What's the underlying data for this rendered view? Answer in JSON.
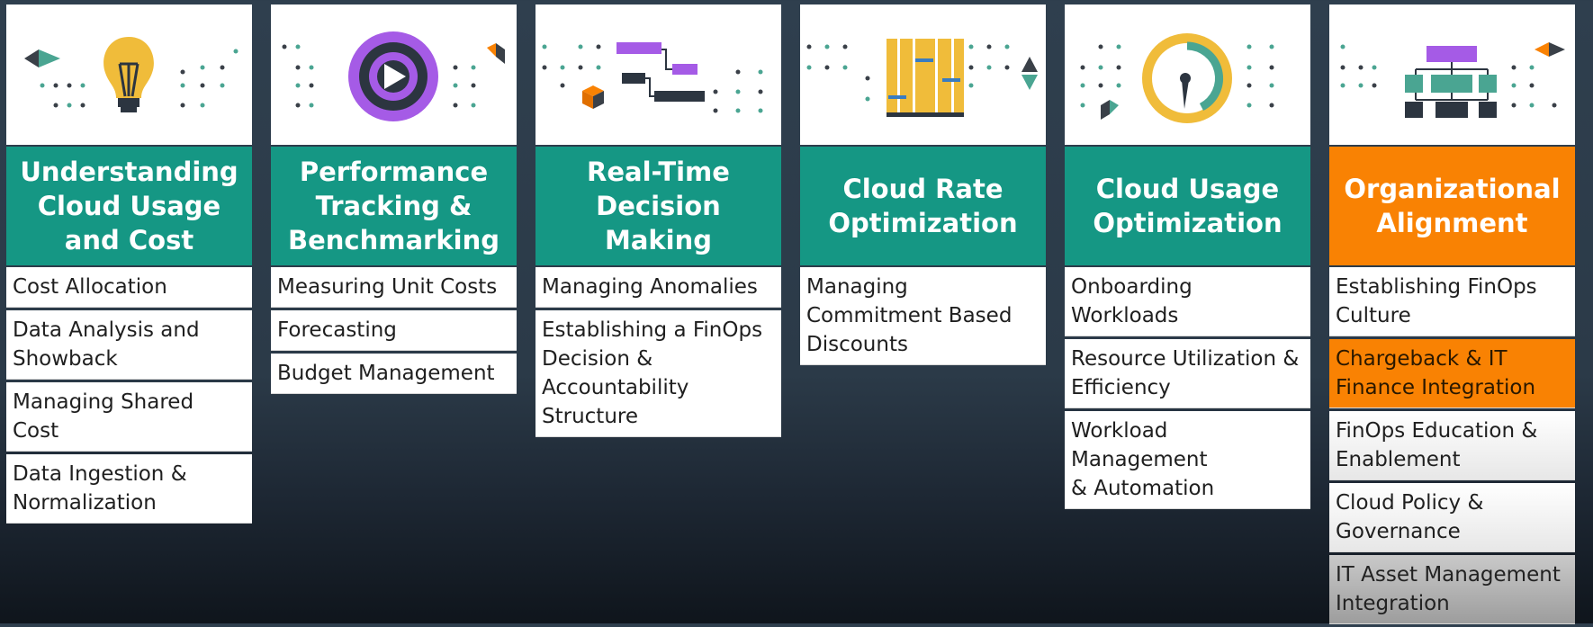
{
  "colors": {
    "teal": "#159784",
    "orange": "#f98203",
    "purple": "#a55be6",
    "yellow": "#f0bc3a",
    "dark": "#2c3540"
  },
  "columns": [
    {
      "title_lines": [
        "Understanding",
        "Cloud Usage",
        "and Cost"
      ],
      "icon": "lightbulb-icon",
      "items": [
        [
          "Cost Allocation"
        ],
        [
          "Data Analysis and",
          "Showback"
        ],
        [
          "Managing Shared Cost"
        ],
        [
          "Data Ingestion &",
          "Normalization"
        ]
      ]
    },
    {
      "title_lines": [
        "Performance",
        "Tracking &",
        "Benchmarking"
      ],
      "icon": "target-play-icon",
      "items": [
        [
          "Measuring Unit Costs"
        ],
        [
          "Forecasting"
        ],
        [
          "Budget Management"
        ]
      ]
    },
    {
      "title_lines": [
        "Real-Time",
        "Decision Making"
      ],
      "icon": "flowchart-icon",
      "items": [
        [
          "Managing Anomalies"
        ],
        [
          "Establishing a FinOps",
          "Decision &",
          "Accountability",
          "Structure"
        ]
      ]
    },
    {
      "title_lines": [
        "Cloud Rate",
        "Optimization"
      ],
      "icon": "sliders-icon",
      "items": [
        [
          "Managing",
          "Commitment Based",
          "Discounts"
        ]
      ]
    },
    {
      "title_lines": [
        "Cloud Usage",
        "Optimization"
      ],
      "icon": "gauge-icon",
      "items": [
        [
          "Onboarding Workloads"
        ],
        [
          "Resource Utilization &",
          "Efficiency"
        ],
        [
          "Workload Management",
          "& Automation"
        ]
      ]
    },
    {
      "title_lines": [
        "Organizational",
        "Alignment"
      ],
      "icon": "org-chart-icon",
      "items": [
        [
          "Establishing FinOps",
          "Culture"
        ],
        [
          "Chargeback & IT",
          "Finance Integration"
        ],
        [
          "FinOps Education &",
          "Enablement"
        ],
        [
          "Cloud Policy &",
          "Governance"
        ],
        [
          "IT Asset Management",
          "Integration"
        ]
      ]
    }
  ]
}
